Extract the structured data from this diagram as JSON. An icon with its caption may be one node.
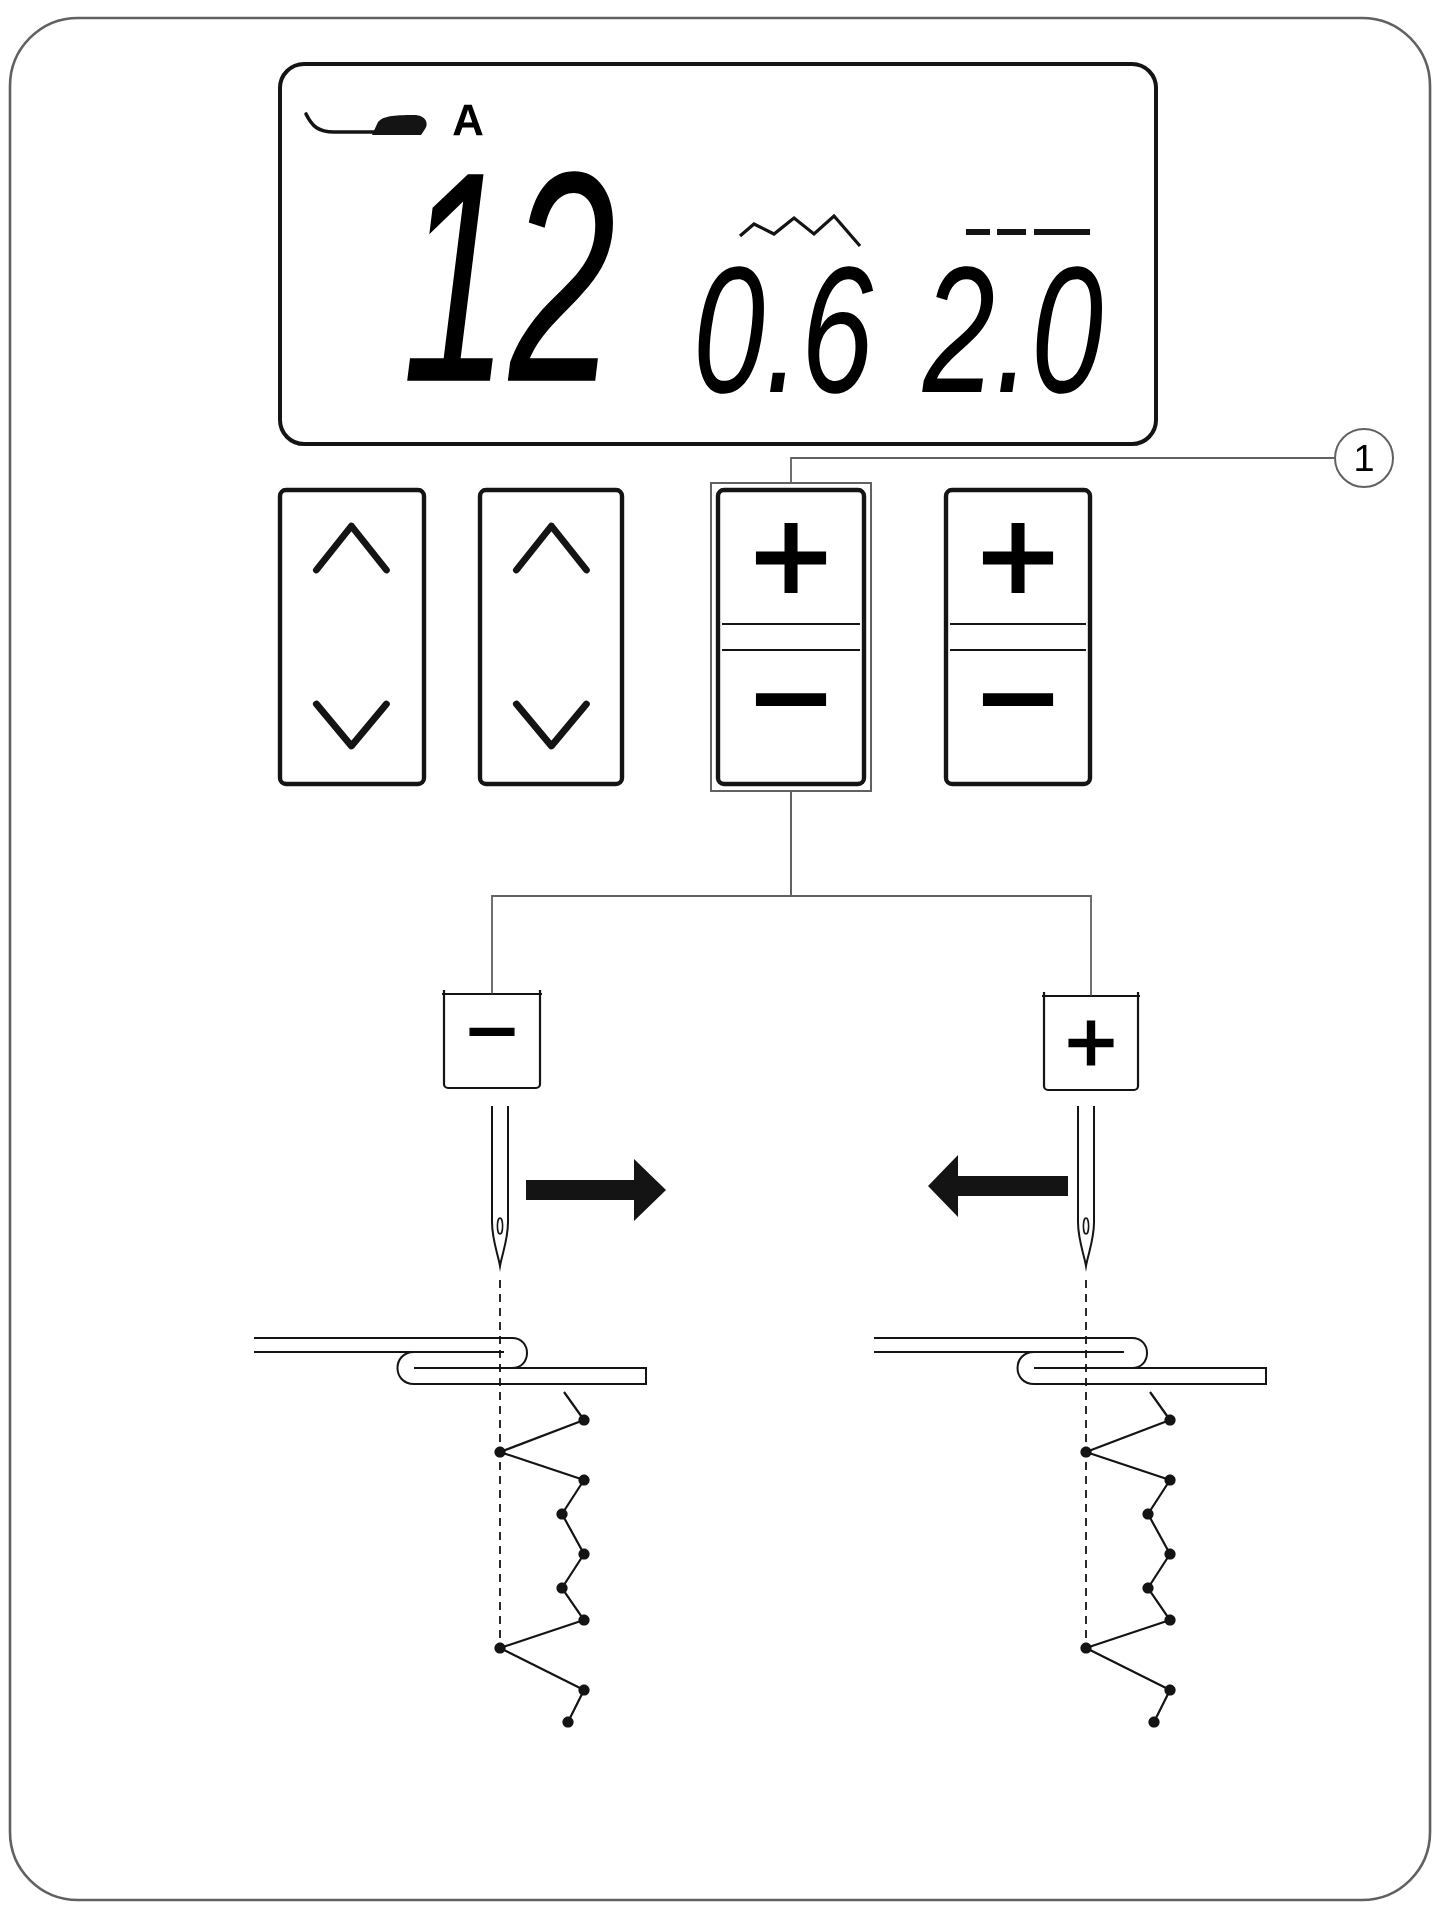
{
  "diagram": {
    "nodes": [
      {
        "text": [
          "A",
          "12",
          "0.6",
          "2.0"
        ]
      },
      {
        "text": [
          "1"
        ]
      },
      {
        "text": [],
        "shape": "box"
      },
      {
        "text": [],
        "shape": "box"
      },
      {
        "text": [],
        "shape": "box"
      },
      {
        "text": [
          "+",
          "−"
        ],
        "in": 4
      },
      {
        "text": [
          "+",
          "−"
        ]
      },
      {
        "text": [
          "−"
        ]
      },
      {
        "text": [
          "+"
        ]
      }
    ],
    "edges": [
      {
        "from": 1,
        "to": 4,
        "arrow": "none"
      },
      {
        "from": 4,
        "to": 7,
        "arrow": "none"
      },
      {
        "from": 4,
        "to": 8,
        "arrow": "none"
      }
    ]
  }
}
